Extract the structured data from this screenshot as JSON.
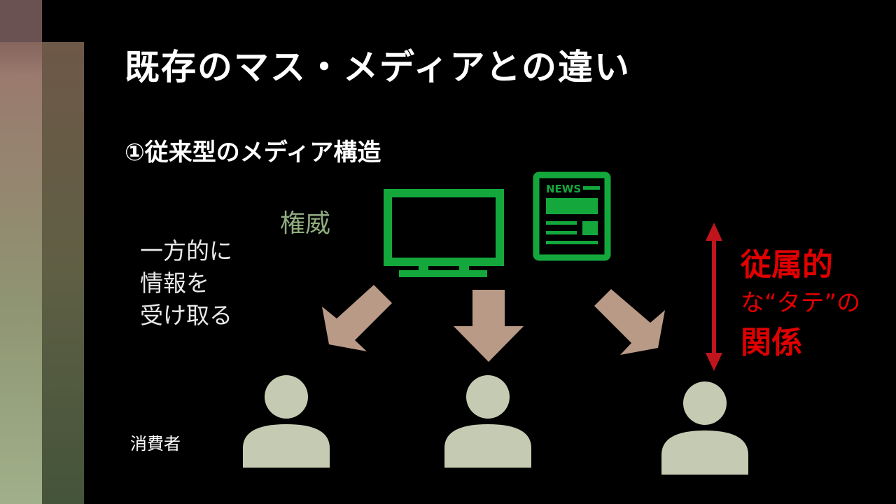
{
  "slide": {
    "title": "既存のマス・メディアとの違い",
    "subtitle": "①従来型のメディア構造",
    "authority_label": "権威",
    "one_way_label": "一方的に\n情報を\n受け取る",
    "consumer_label": "消費者",
    "relation_label": {
      "line1": "従属的",
      "line2": "な“タテ”の",
      "line3": "関係"
    },
    "newspaper_label": "NEWS"
  },
  "colors": {
    "background": "#000000",
    "accent_green": "#14a83c",
    "authority_text": "#8fad7f",
    "arrow_brown": "#b99a86",
    "person": "#c5cbb2",
    "relation_red": "#e00000"
  },
  "icons": [
    "tv-icon",
    "newspaper-icon",
    "arrow-down-left-icon",
    "arrow-down-icon",
    "arrow-down-right-icon",
    "person-icon",
    "double-arrow-vertical-icon"
  ]
}
